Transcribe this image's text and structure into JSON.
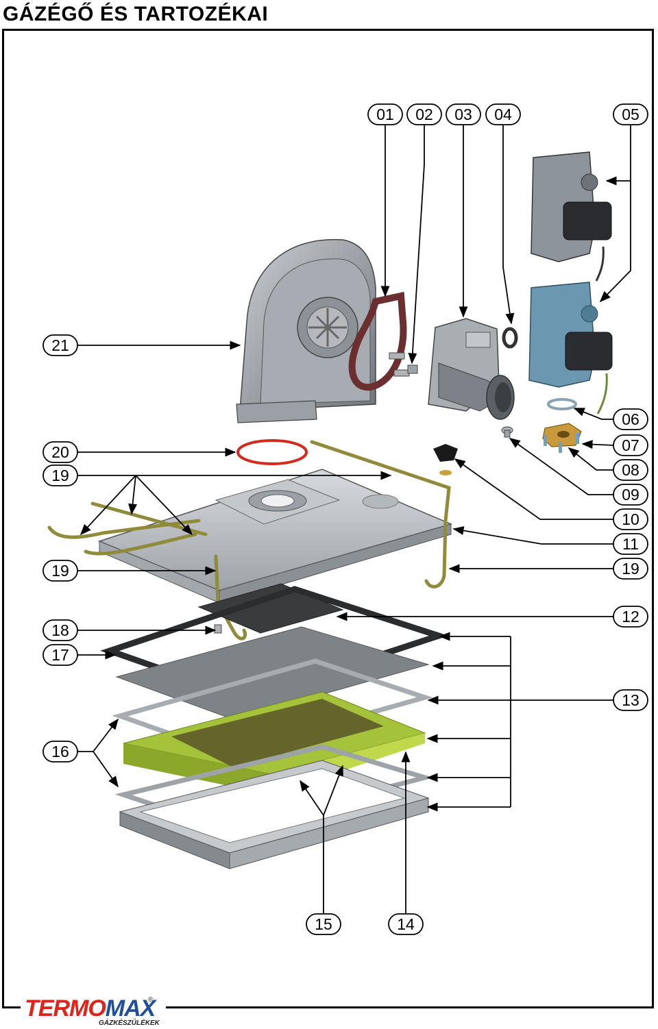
{
  "page": {
    "title": "GÁZÉGŐ ÉS TARTOZÉKAI"
  },
  "callouts": [
    {
      "label": "01"
    },
    {
      "label": "02"
    },
    {
      "label": "03"
    },
    {
      "label": "04"
    },
    {
      "label": "05"
    },
    {
      "label": "21"
    },
    {
      "label": "06"
    },
    {
      "label": "20"
    },
    {
      "label": "07"
    },
    {
      "label": "19"
    },
    {
      "label": "08"
    },
    {
      "label": "09"
    },
    {
      "label": "10"
    },
    {
      "label": "11"
    },
    {
      "label": "19"
    },
    {
      "label": "19"
    },
    {
      "label": "12"
    },
    {
      "label": "18"
    },
    {
      "label": "17"
    },
    {
      "label": "13"
    },
    {
      "label": "16"
    },
    {
      "label": "15"
    },
    {
      "label": "14"
    }
  ],
  "logo": {
    "brand_red": "TERMO",
    "brand_blue": "MAX",
    "registered": "®",
    "subtitle": "GÁZKÉSZÜLÉKEK"
  },
  "colors": {
    "frame": "#000000",
    "valve_grey": "#8e949b",
    "valve_blue": "#6b98b0",
    "gasket": "#6b2f2f",
    "o_ring": "#d32a1e",
    "wire": "#8f8b3a",
    "mat_yellow": "#a4c23a",
    "brand_red": "#e2231a",
    "brand_blue": "#1f4e9c"
  }
}
